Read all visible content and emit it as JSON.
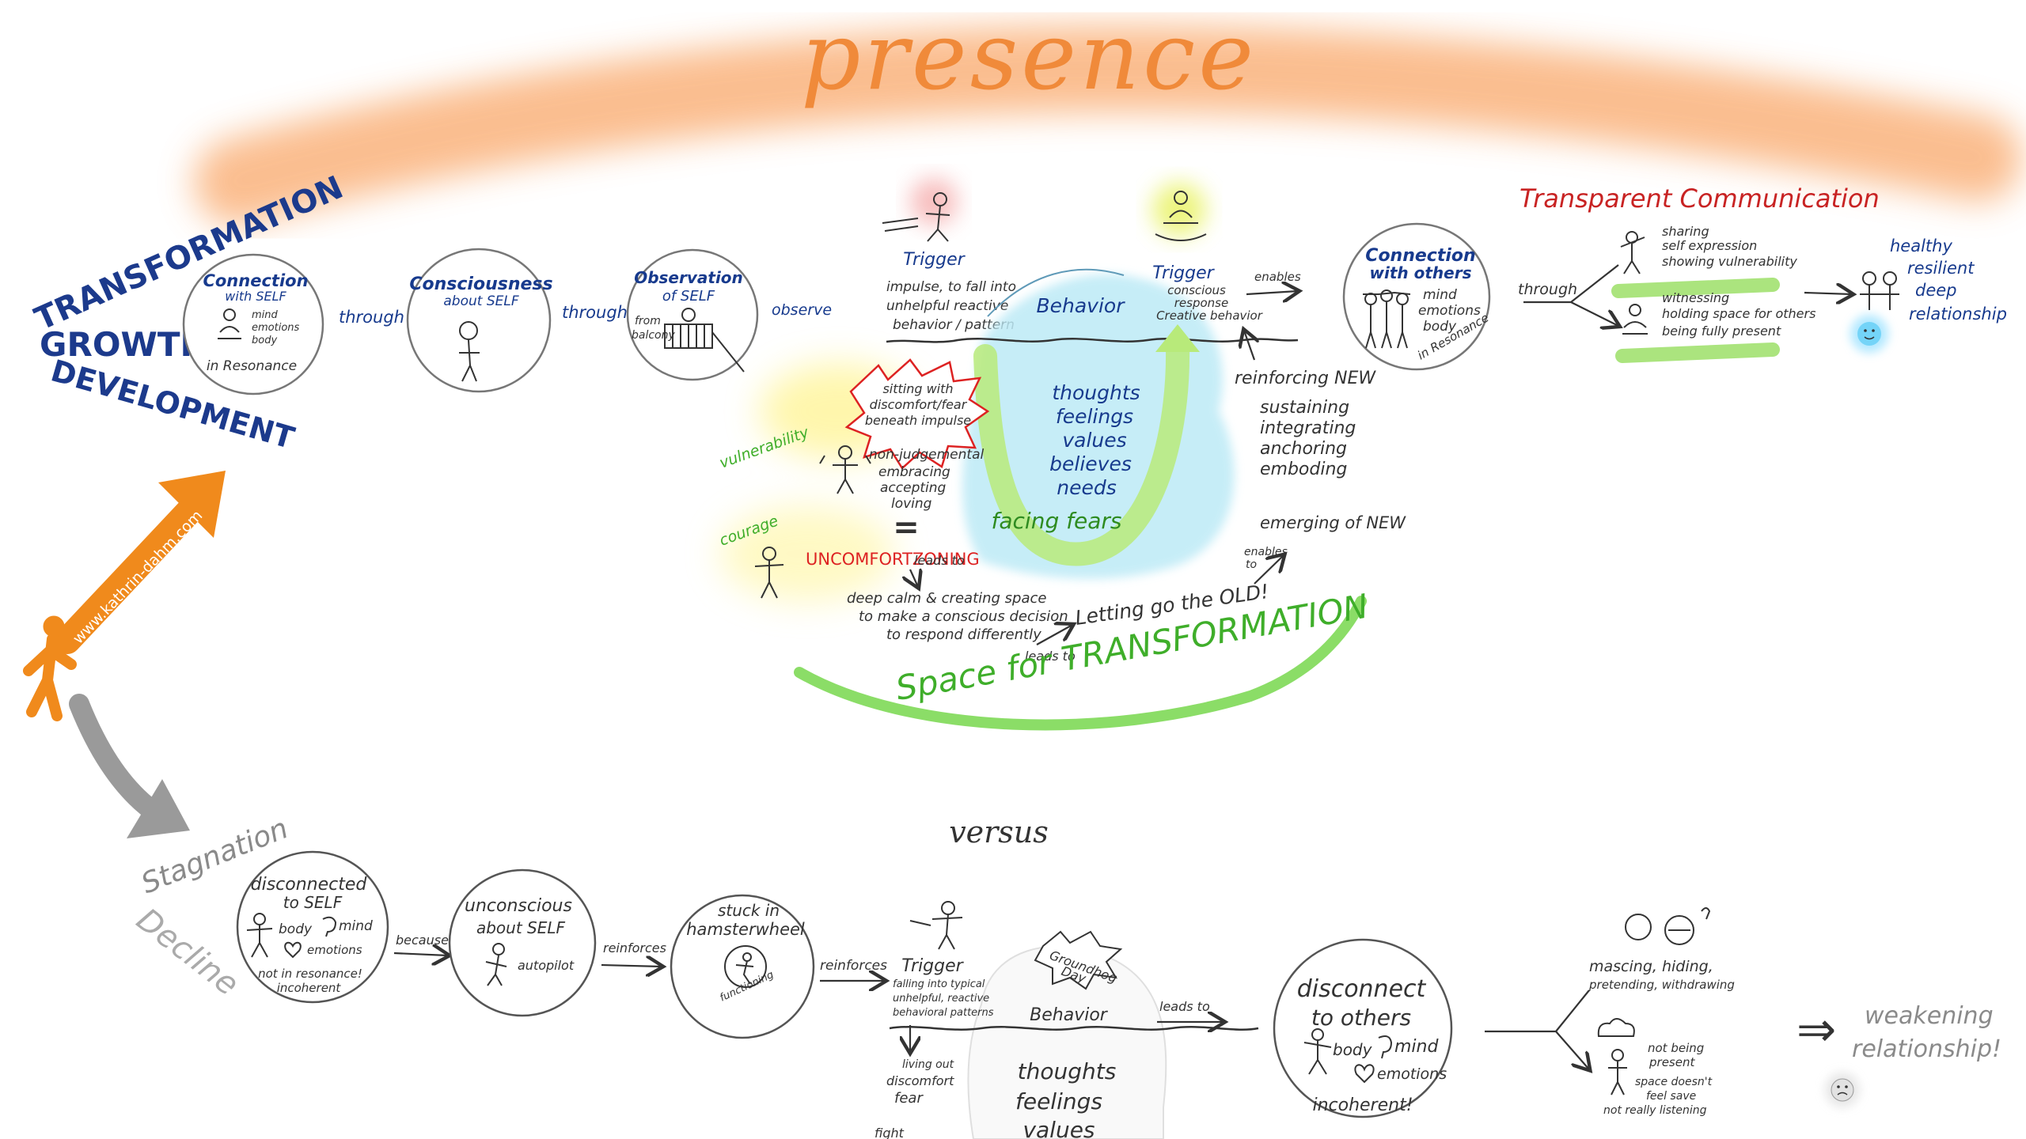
{
  "presence": "presence",
  "growth": {
    "transformation": "TRANSFORMATION",
    "growth": "GROWTH",
    "development": "DEVELOPMENT",
    "website": "www.kathrin-dahm.com"
  },
  "top": {
    "connection_self": {
      "title1": "Connection",
      "title2": "with SELF",
      "items": [
        "mind",
        "emotions",
        "body"
      ],
      "footer": "in Resonance"
    },
    "through1": "through",
    "consciousness": {
      "title1": "Consciousness",
      "title2": "about SELF"
    },
    "through2": "through",
    "observation": {
      "title1": "Observation",
      "title2": "of SELF",
      "note1": "from",
      "note2": "balcony"
    },
    "observe": "observe",
    "trigger1": {
      "title": "Trigger",
      "line1": "impulse, to fall into",
      "line2": "unhelpful reactive",
      "line3": "behavior / pattern"
    },
    "behavior": "Behavior",
    "iceberg": [
      "thoughts",
      "feelings",
      "values",
      "believes",
      "needs"
    ],
    "facing_fears": "facing fears",
    "trigger2": {
      "title": "Trigger",
      "line1": "conscious",
      "line2": "response",
      "line3": "Creative behavior"
    },
    "enables": "enables",
    "connection_others": {
      "title1": "Connection",
      "title2": "with others",
      "items": [
        "mind",
        "emotions",
        "body"
      ],
      "footer": "in Resonance"
    },
    "through3": "through",
    "transparent": "Transparent Communication",
    "sharing": [
      "sharing",
      "self expression",
      "showing vulnerability"
    ],
    "witnessing": [
      "witnessing",
      "holding space for others",
      "being fully present"
    ],
    "outcome": [
      "healthy",
      "resilient",
      "deep",
      "relationship"
    ],
    "reinforcing": "reinforcing NEW",
    "sustaining": [
      "sustaining",
      "integrating",
      "anchoring",
      "emboding"
    ],
    "emerging": "emerging of NEW",
    "enables2": [
      "enables",
      "to"
    ],
    "burst": [
      "sitting with",
      "discomfort/fear",
      "beneath impulse"
    ],
    "vulnerability": "vulnerability",
    "courage": "courage",
    "attitudes": [
      "non-judgemental",
      "embracing",
      "accepting",
      "loving"
    ],
    "equals": "=",
    "uncomfortzoning": "UNCOMFORTZONING",
    "leads_to1": "leads to",
    "deep_calm": [
      "deep calm & creating space",
      "to make a conscious decision",
      "to respond differently"
    ],
    "letting_go": "Letting go the OLD!",
    "leads_to2": "leads to",
    "space": "Space for TRANSFORMATION"
  },
  "versus": "versus",
  "bottom": {
    "stagnation": "Stagnation",
    "decline": "Decline",
    "disconnected_self": {
      "title1": "disconnected",
      "title2": "to SELF",
      "body": "body",
      "mind": "mind",
      "emotions": "emotions",
      "foot1": "not in resonance!",
      "foot2": "incoherent"
    },
    "because": "because",
    "unconscious": {
      "title1": "unconscious",
      "title2": "about SELF",
      "note": "autopilot"
    },
    "reinforces1": "reinforces",
    "stuck": {
      "title1": "stuck in",
      "title2": "hamsterwheel",
      "note": "functioning"
    },
    "reinforces2": "reinforces",
    "trigger": {
      "title": "Trigger",
      "line1": "falling into typical",
      "line2": "unhelpful, reactive",
      "line3": "behavioral patterns"
    },
    "groundhog": [
      "Groundhog",
      "Day"
    ],
    "behavior": "Behavior",
    "living_out": [
      "living out",
      "discomfort",
      "fear"
    ],
    "fight": "fight",
    "iceberg": [
      "thoughts",
      "feelings",
      "values"
    ],
    "leads_to": "leads to",
    "disconnect_others": {
      "title1": "disconnect",
      "title2": "to others",
      "body": "body",
      "mind": "mind",
      "emotions": "emotions",
      "foot": "incoherent!"
    },
    "masking": [
      "mascing, hiding,",
      "pretending, withdrawing"
    ],
    "not_present": [
      "not being",
      "present",
      "space doesn't",
      "feel save",
      "not really listening"
    ],
    "result_arrow": "⇒",
    "weakening": [
      "weakening",
      "relationship!"
    ]
  },
  "colors": {
    "presence": "#f7a15e",
    "growth_arrow": "#f08a1c",
    "green": "#7ed957",
    "navy": "#1c3a8c",
    "red": "#d22222",
    "ice": "#cfeff8"
  }
}
